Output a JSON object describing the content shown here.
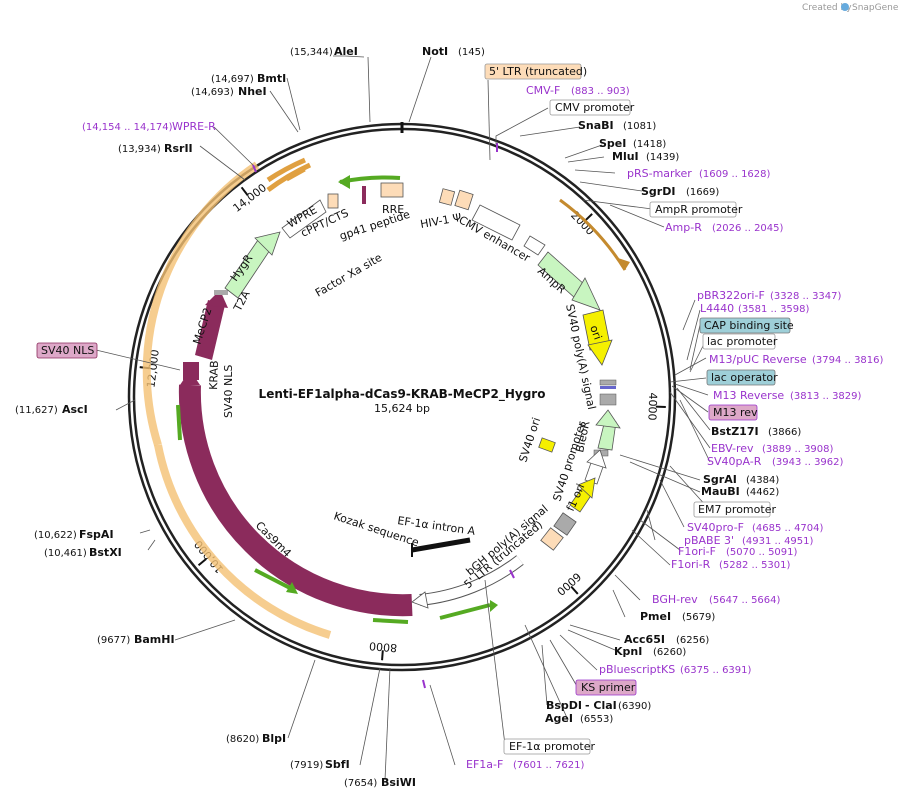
{
  "watermark": {
    "created_by": "Created by",
    "brand": "SnapGene"
  },
  "plasmid": {
    "name": "Lenti-EF1alpha-dCas9-KRAB-MeCP2_Hygro",
    "size": "15,624 bp"
  },
  "ticks": [
    {
      "label": "2000",
      "bp": 2000
    },
    {
      "label": "4000",
      "bp": 4000
    },
    {
      "label": "6000",
      "bp": 6000
    },
    {
      "label": "8000",
      "bp": 8000
    },
    {
      "label": "10,000",
      "bp": 10000
    },
    {
      "label": "12,000",
      "bp": 12000
    },
    {
      "label": "14,000",
      "bp": 14000
    }
  ],
  "sites": {
    "notI": {
      "name": "NotI",
      "pos": "(145)"
    },
    "aleI": {
      "name": "AleI",
      "pos": "(15,344)"
    },
    "bmtI": {
      "name": "BmtI",
      "pos": "(14,697)"
    },
    "nheI": {
      "name": "NheI",
      "pos": "(14,693)"
    },
    "rsrII": {
      "name": "RsrII",
      "pos": "(13,934)"
    },
    "snaBI": {
      "name": "SnaBI",
      "pos": "(1081)"
    },
    "speI": {
      "name": "SpeI",
      "pos": "(1418)"
    },
    "mluI": {
      "name": "MluI",
      "pos": "(1439)"
    },
    "sgrDI": {
      "name": "SgrDI",
      "pos": "(1669)"
    },
    "bstZ17I": {
      "name": "BstZ17I",
      "pos": "(3866)"
    },
    "sgrAI": {
      "name": "SgrAI",
      "pos": "(4384)"
    },
    "mauBI": {
      "name": "MauBI",
      "pos": "(4462)"
    },
    "pmeI": {
      "name": "PmeI",
      "pos": "(5679)"
    },
    "acc65I": {
      "name": "Acc65I",
      "pos": "(6256)"
    },
    "kpnI": {
      "name": "KpnI",
      "pos": "(6260)"
    },
    "bspDI": {
      "name": "BspDI",
      "pos": ""
    },
    "claI": {
      "name": "- ClaI",
      "pos": "(6390)"
    },
    "ageI": {
      "name": "AgeI",
      "pos": "(6553)"
    },
    "bsiWI": {
      "name": "BsiWI",
      "pos": "(7654)"
    },
    "sbfI": {
      "name": "SbfI",
      "pos": "(7919)"
    },
    "blpI": {
      "name": "BlpI",
      "pos": "(8620)"
    },
    "bamHI": {
      "name": "BamHI",
      "pos": "(9677)"
    },
    "bstXI": {
      "name": "BstXI",
      "pos": "(10,461)"
    },
    "fspAI": {
      "name": "FspAI",
      "pos": "(10,622)"
    },
    "ascI": {
      "name": "AscI",
      "pos": "(11,627)"
    }
  },
  "primers": {
    "cmvF": {
      "name": "CMV-F",
      "pos": "(883 .. 903)"
    },
    "prsMarker": {
      "name": "pRS-marker",
      "pos": "(1609 .. 1628)"
    },
    "ampR": {
      "name": "Amp-R",
      "pos": "(2026 .. 2045)"
    },
    "pbr322": {
      "name": "pBR322ori-F",
      "pos": "(3328 .. 3347)"
    },
    "l4440": {
      "name": "L4440",
      "pos": "(3581 .. 3598)"
    },
    "m13puc": {
      "name": "M13/pUC Reverse",
      "pos": "(3794 .. 3816)"
    },
    "m13rev": {
      "name": "M13 Reverse",
      "pos": "(3813 .. 3829)"
    },
    "ebvRev": {
      "name": "EBV-rev",
      "pos": "(3889 .. 3908)"
    },
    "sv40paR": {
      "name": "SV40pA-R",
      "pos": "(3943 .. 3962)"
    },
    "sv40proF": {
      "name": "SV40pro-F",
      "pos": "(4685 .. 4704)"
    },
    "pbabe3": {
      "name": "pBABE 3'",
      "pos": "(4931 .. 4951)"
    },
    "f1oriF": {
      "name": "F1ori-F",
      "pos": "(5070 .. 5091)"
    },
    "f1oriR": {
      "name": "F1ori-R",
      "pos": "(5282 .. 5301)"
    },
    "bghRev": {
      "name": "BGH-rev",
      "pos": "(5647 .. 5664)"
    },
    "pbluescriptKS": {
      "name": "pBluescriptKS",
      "pos": "(6375 .. 6391)"
    },
    "ef1aF": {
      "name": "EF1a-F",
      "pos": "(7601 .. 7621)"
    },
    "wpreR": {
      "name": "WPRE-R",
      "pos": "(14,154 .. 14,174)"
    }
  },
  "boxes": {
    "ltr5": "5' LTR (truncated)",
    "cmvPromoter": "CMV promoter",
    "ampRPromoter": "AmpR promoter",
    "capSite": "CAP binding site",
    "lacPromoter": "lac promoter",
    "lacOperator": "lac operator",
    "m13revBox": "M13 rev",
    "em7": "EM7 promoter",
    "ksPrimer": "KS primer",
    "ef1aPromoter": "EF-1α promoter",
    "sv40nls": "SV40 NLS"
  },
  "features": {
    "hiv1psi": "HIV-1 Ψ",
    "cmvEnhancer": "CMV enhancer",
    "ampR": "AmpR",
    "ori": "ori",
    "sv40polyA": "SV40 poly(A) signal",
    "bleoR": "BleoR",
    "sv40promoter": "SV40 promoter",
    "sv40ori": "SV40 ori",
    "f1ori": "f1 ori",
    "bghpolyA": "bGH poly(A) signal",
    "ltr5trunc": "5' LTR (truncated)",
    "ef1aIntron": "EF-1α intron A",
    "kozak": "Kozak sequence",
    "cas9m4": "Cas9m4",
    "sv40nlsF": "SV40 NLS",
    "krab": "KRAB",
    "mecp2": "MeCP2",
    "t2a": "T2A",
    "hygR": "HygR",
    "factorXa": "Factor Xa site",
    "wpre": "WPRE",
    "cppt": "cPPT/CTS",
    "gp41": "gp41 peptide",
    "rre": "RRE"
  },
  "colors": {
    "cds": "#8b2b5c",
    "green": "#c8f5c0",
    "yellow": "#f5f000",
    "peach": "#fddcb8",
    "gray": "#aaaaaa",
    "orange": "#f4c173",
    "primer": "#9933cc",
    "teal": "#9ecfd8",
    "pink": "#dda8c8"
  }
}
